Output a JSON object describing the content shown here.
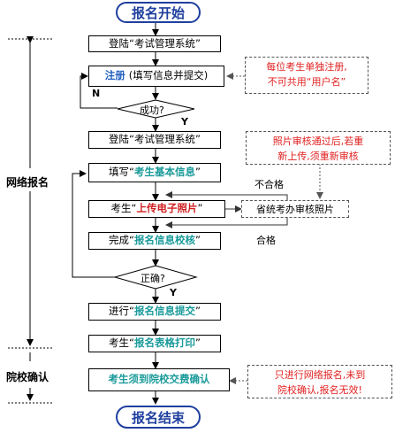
{
  "start": "报名开始",
  "end": "报名结束",
  "steps": {
    "s1": "登陆“考试管理系统”",
    "s2_a": "注册",
    "s2_b": "(填写信息并提交)",
    "d1": "成功?",
    "s3": "登陆“考试管理系统”",
    "s4_a": "填写“",
    "s4_b": "考生基本信息",
    "s4_c": "”",
    "s5_a": "考生“",
    "s5_b": "上传电子照片",
    "s5_c": "”",
    "s6_a": "完成“",
    "s6_b": "报名信息校核",
    "s6_c": "”",
    "d2": "正确?",
    "s7_a": "进行“",
    "s7_b": "报名信息提交",
    "s7_c": "”",
    "s8_a": "考生“",
    "s8_b": "报名表格打印",
    "s8_c": "”",
    "s9": "考生须到院校交费确认"
  },
  "labels": {
    "n": "N",
    "y1": "Y",
    "y2": "Y",
    "fail": "不合格",
    "pass": "合格"
  },
  "review": "省统考办审核照片",
  "notes": {
    "n1_l1": "每位考生单独注册,",
    "n1_l2": "不可共用“用户名”",
    "n2_l1": "照片审核通过后,若重",
    "n2_l2": "新上传,须重新审核",
    "n3_l1": "只进行网络报名,未到",
    "n3_l2": "院校确认,报名无效!"
  },
  "phases": {
    "online": "网络报名",
    "school": "院校确认"
  },
  "colors": {
    "oval_border": "#1f3f9f",
    "note_text": "#e02020",
    "highlight": "#1a9a9a",
    "blue_text": "#1f5fbf"
  }
}
